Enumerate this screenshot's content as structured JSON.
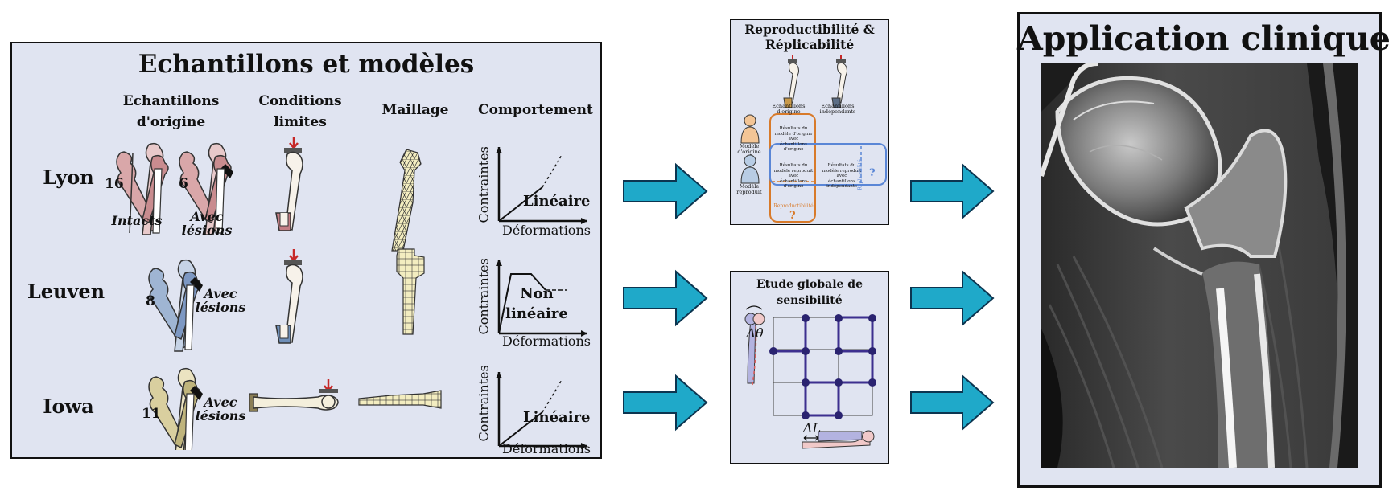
{
  "left_panel": {
    "title": "Echantillons et modèles",
    "col_headers": {
      "origin": "Echantillons\nd'origine",
      "boundary": "Conditions\nlimites",
      "mesh": "Maillage",
      "behavior": "Comportement"
    },
    "rows": [
      {
        "site": "Lyon",
        "counts": [
          "16",
          "6"
        ],
        "labels": [
          "Intacts",
          "Avec\nlésions"
        ],
        "behavior": "Linéaire",
        "bone_color": "#d9a7a9"
      },
      {
        "site": "Leuven",
        "counts": [
          "8"
        ],
        "labels": [
          "Avec\nlésions"
        ],
        "behavior": "Non\nlinéaire",
        "bone_color": "#9fb5d3"
      },
      {
        "site": "Iowa",
        "counts": [
          "11"
        ],
        "labels": [
          "Avec\nlésions"
        ],
        "behavior": "Linéaire",
        "bone_color": "#d9cf9f"
      }
    ],
    "axis_y": "Contraintes",
    "axis_x": "Déformations"
  },
  "repro_panel": {
    "title": "Reproductibilité &\nRéplicabilité",
    "bone_labels": [
      "Echantillons\nd'origine",
      "Echantillons\nindépendants"
    ],
    "model_labels": [
      "Modèle\nd'origine",
      "Modèle\nreproduit"
    ],
    "cell_texts": [
      "Résultats du\nmodèle d'origine\navec\néchantillons\nd'origine",
      "Résultats du\nmodèle reproduit\navec\néchantillons\nd'origine",
      "Résultats du\nmodèle reproduit\navec\néchantillons\nindépendants"
    ],
    "reproducibility_label": "Reproductibilité",
    "replicability_label": "Réplicabilité",
    "question_mark": "?"
  },
  "sensitivity_panel": {
    "title": "Etude globale de\nsensibilité",
    "delta_theta": "Δθ",
    "delta_L": "ΔL"
  },
  "clinical_panel": {
    "title": "Application clinique"
  },
  "colors": {
    "panel_bg": "#e0e4f1",
    "arrow": "#1fa9c9",
    "arrow_border": "#0c3550",
    "repro_orange": "#d87a2a",
    "repli_blue": "#5a86d6",
    "grid_node": "#2a2370",
    "grid_line": "#3d2f8f"
  }
}
